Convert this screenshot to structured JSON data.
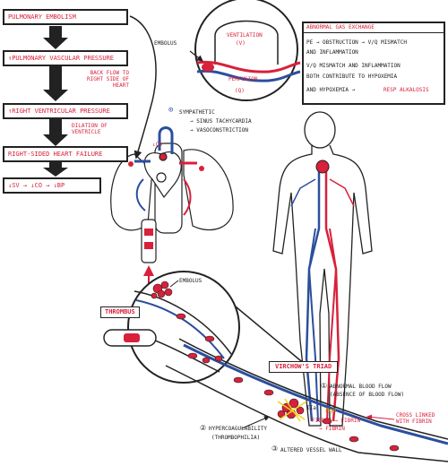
{
  "flowchart": {
    "steps": [
      "PULMONARY EMBOLISM",
      "↑PULMONARY VASCULAR PRESSURE",
      "↑RIGHT VENTRICULAR PRESSURE",
      "RIGHT-SIDED HEART FAILURE",
      "↓SV → ↓CO → ↓BP"
    ],
    "notes": {
      "back_flow": "BACK FLOW TO RIGHT SIDE OF HEART",
      "dilation": "DILATION OF VENTRICLE"
    }
  },
  "vq_inset": {
    "embolus": "EMBOLUS",
    "ventilation": "VENTILATION",
    "ventilation_symbol": "(V)",
    "perfusion": "PERFUSION",
    "perfusion_symbol": "(Q)"
  },
  "gas_exchange": {
    "title": "ABNORMAL GAS EXCHANGE",
    "lines": [
      "PE → OBSTRUCTION → V/Q MISMATCH",
      "AND INFLAMMATION",
      "V/Q MISMATCH AND INFLAMMATION",
      "BOTH CONTRIBUTE TO HYPOXEMIA",
      "AND HYPOXEMIA →"
    ],
    "highlight": "RESP ALKALOSIS"
  },
  "sympathetic": {
    "symbol": "⊙",
    "lines": [
      "SYMPATHETIC",
      "→ SINUS TACHYCARDIA",
      "→ VASOCONSTRICTION"
    ]
  },
  "heart_note": "↓CO",
  "embolus_label": "EMBOLUS",
  "thrombus_label": "THROMBUS",
  "virchow": {
    "title": "VIRCHOW'S TRIAD",
    "items": [
      {
        "num": "①",
        "text": "ABNORMAL BLOOD FLOW"
      },
      {
        "num": "",
        "text": "(ABSENCE OF BLOOD FLOW)"
      },
      {
        "num": "②",
        "text": "HYPERCOAGULABILITY"
      },
      {
        "num": "",
        "text": "(THROMBOPHILIA)"
      },
      {
        "num": "③",
        "text": "ALTERED VESSEL WALL"
      }
    ],
    "factor": "IIa",
    "fgn": "Fgn",
    "fibrin1": "FIBRIN → FIBRIN",
    "fibrin2": "→ FIBRIN",
    "crosslink": "CROSS LINKED WITH FIBRIN"
  },
  "colors": {
    "red": "#d8213a",
    "blue": "#2b4f9e",
    "yellow": "#f2d21a",
    "ink": "#222222"
  }
}
